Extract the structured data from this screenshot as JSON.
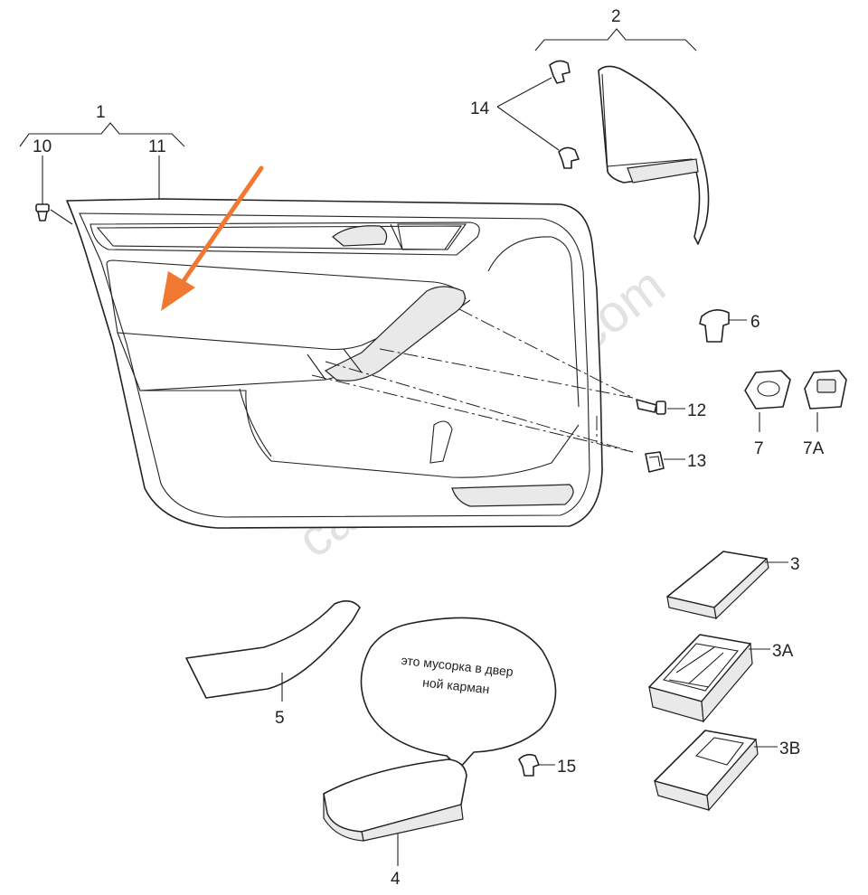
{
  "callouts": {
    "c1": "1",
    "c2": "2",
    "c10": "10",
    "c11": "11",
    "c14": "14",
    "c6": "6",
    "c12": "12",
    "c13": "13",
    "c7": "7",
    "c7a": "7A",
    "c3": "3",
    "c3a": "3A",
    "c3b": "3B",
    "c5": "5",
    "c4": "4",
    "c15": "15"
  },
  "watermark": "catalogs-parts.com",
  "speech_bubble": {
    "line1": "это мусорка в двер",
    "line2": "ной карман"
  },
  "colors": {
    "arrow": "#f07830",
    "line": "#222222",
    "watermark": "#d9d9d9"
  }
}
